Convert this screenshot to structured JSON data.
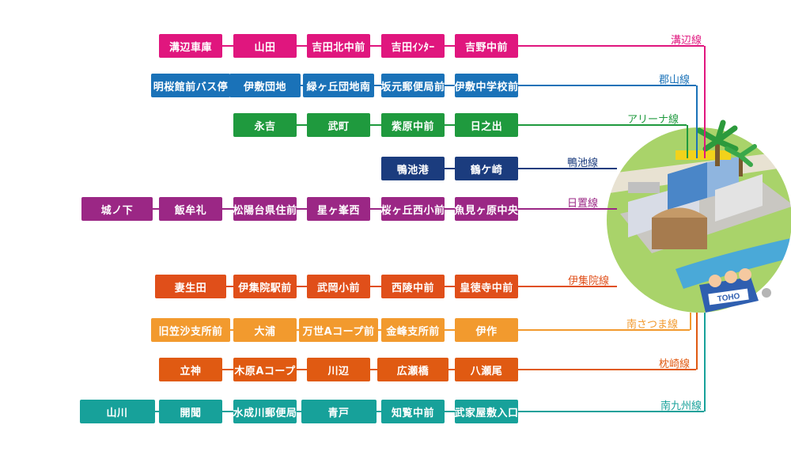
{
  "routes": [
    {
      "name": "溝辺線",
      "color": "#e0167e",
      "stops": [
        "溝辺車庫",
        "山田",
        "吉田北中前",
        "吉田ｲﾝﾀｰ",
        "吉野中前"
      ]
    },
    {
      "name": "郡山線",
      "color": "#1a72b8",
      "stops": [
        "明桜館前バス停",
        "伊敷団地",
        "緑ヶ丘団地南",
        "坂元郵便局前",
        "伊敷中学校前"
      ]
    },
    {
      "name": "アリーナ線",
      "color": "#1f9a3e",
      "stops": [
        "永吉",
        "武町",
        "紫原中前",
        "日之出"
      ]
    },
    {
      "name": "鴨池線",
      "color": "#1b3c7e",
      "stops": [
        "鴨池港",
        "鶴ケ崎"
      ]
    },
    {
      "name": "日置線",
      "color": "#9b2785",
      "stops": [
        "城ノ下",
        "飯牟礼",
        "松陽台県住前",
        "星ヶ峯西",
        "桜ヶ丘西小前",
        "魚見ヶ原中央"
      ]
    },
    {
      "name": "伊集院線",
      "color": "#e04f1a",
      "stops": [
        "妻生田",
        "伊集院駅前",
        "武岡小前",
        "西陵中前",
        "皇徳寺中前"
      ]
    },
    {
      "name": "南さつま線",
      "color": "#f29a2e",
      "stops": [
        "旧笠沙支所前",
        "大浦",
        "万世Aコープ前",
        "金峰支所前",
        "伊作"
      ]
    },
    {
      "name": "枕崎線",
      "color": "#e05a12",
      "stops": [
        "立神",
        "木原Aコープ",
        "川辺",
        "広瀬橋",
        "八瀬尾"
      ]
    },
    {
      "name": "南九州線",
      "color": "#17a19a",
      "stops": [
        "山川",
        "開聞",
        "水成川郵便局",
        "青戸",
        "知覧中前",
        "武家屋敷入口"
      ]
    }
  ],
  "illustration": {
    "bus_sign": "TOHO"
  }
}
